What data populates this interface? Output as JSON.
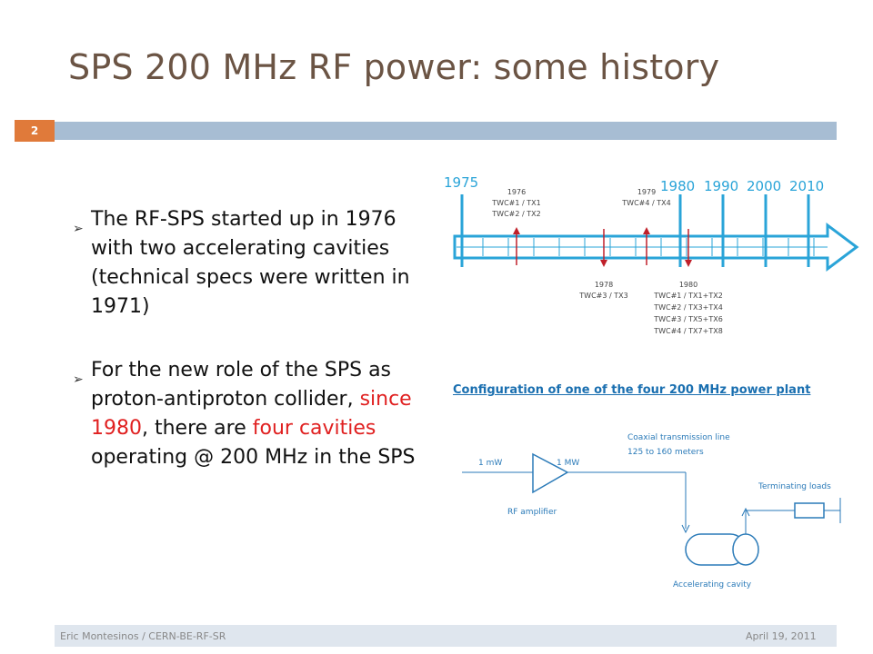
{
  "slide": {
    "title": "SPS 200 MHz RF power: some history",
    "page_number": "2",
    "accent_color": "#e07a3a",
    "band_color": "#a7bdd3",
    "highlight_color": "#e02020"
  },
  "bullets": [
    {
      "marker": "➢",
      "text": "The RF-SPS started up in 1976 with two accelerating cavities (technical specs were written in 1971)"
    },
    {
      "marker": "➢",
      "pre": "For the new role of the SPS as proton-antiproton collider, ",
      "red1": "since 1980",
      "mid": ", there are ",
      "red2": "four cavities",
      "post": " operating @ 200 MHz in the SPS"
    }
  ],
  "timeline": {
    "year_labels": [
      "1975",
      "1980",
      "1990",
      "2000",
      "2010"
    ],
    "events_above": [
      {
        "year": "1976",
        "lines": [
          "TWC#1 / TX1",
          "TWC#2 / TX2"
        ]
      },
      {
        "year": "1979",
        "lines": [
          "TWC#4 / TX4"
        ]
      }
    ],
    "events_below": [
      {
        "year": "1978",
        "lines": [
          "TWC#3 / TX3"
        ]
      },
      {
        "year": "1980",
        "lines": [
          "TWC#1 / TX1+TX2",
          "TWC#2 / TX3+TX4",
          "TWC#3 / TX5+TX6",
          "TWC#4 / TX7+TX8"
        ]
      }
    ],
    "axis_color": "#2aa4d8",
    "marker_color": "#c0202a"
  },
  "config": {
    "title": "Configuration of one of the four 200 MHz power plant",
    "input_label": "1 mW",
    "output_label": "1 MW",
    "amplifier_label": "RF amplifier",
    "line_label_1": "Coaxial transmission line",
    "line_label_2": "125 to 160 meters",
    "loads_label": "Terminating loads",
    "cavity_label": "Accelerating cavity"
  },
  "footer": {
    "left": "Eric Montesinos / CERN-BE-RF-SR",
    "right": "April 19, 2011"
  }
}
